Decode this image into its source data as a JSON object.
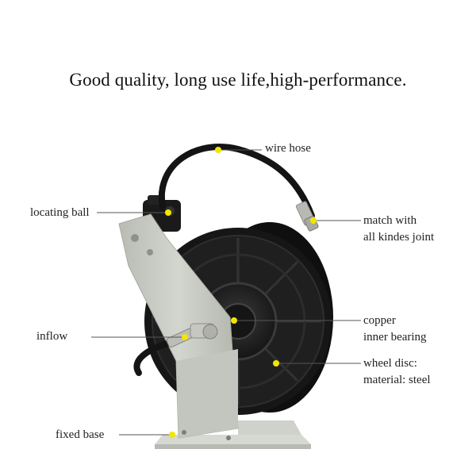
{
  "headline": "Good quality, long use life,high-performance.",
  "labels": {
    "wire_hose": "wire hose",
    "match_line1": "match with",
    "match_line2": "all kindes joint",
    "locating_ball": "locating ball",
    "copper_line1": "copper",
    "copper_line2": "inner bearing",
    "inflow": "inflow",
    "wheel_line1": "wheel disc:",
    "wheel_line2": "material: steel",
    "fixed_base": "fixed base"
  },
  "colors": {
    "marker": "#f2e600",
    "frame": "#c9ccc4",
    "reel": "#1b1b1b",
    "leader": "#555555"
  }
}
